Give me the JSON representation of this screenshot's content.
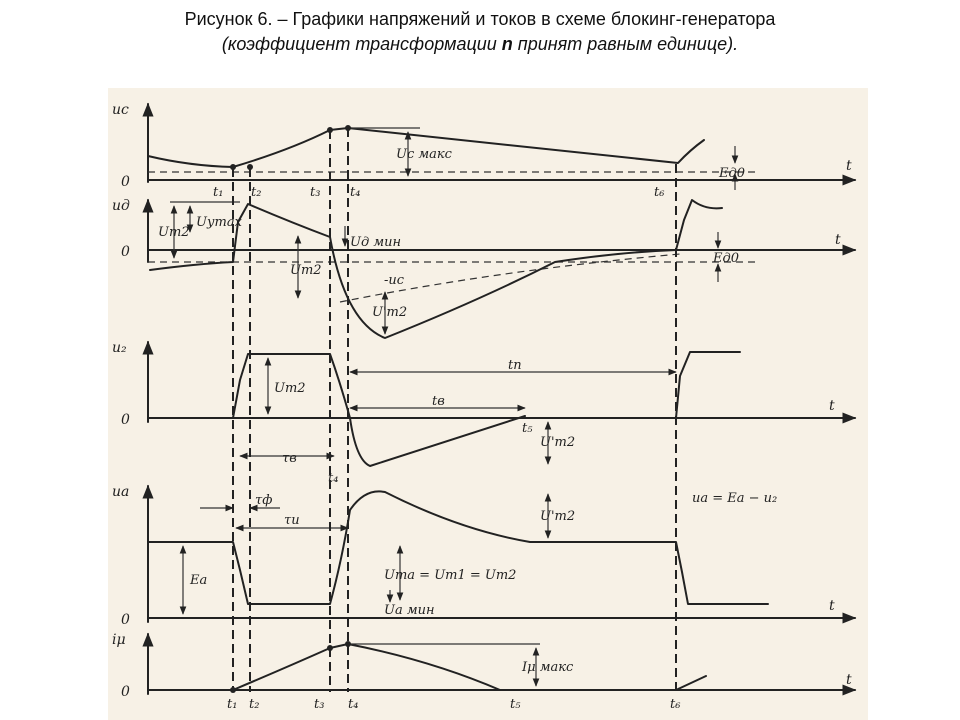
{
  "caption": {
    "line1": "Рисунок 6.   – Графики напряжений и токов в схеме блокинг-генератора",
    "line2_before": "(коэффициент трансформации ",
    "line2_bold": "n",
    "line2_after": " принят равным единице)."
  },
  "axes": {
    "uc": "uс",
    "ug": "uд",
    "u2": "u₂",
    "ua": "uа",
    "imu": "iμ",
    "zero": "0",
    "t": "t"
  },
  "labels": {
    "t1": "t₁",
    "t2": "t₂",
    "t3": "t₃",
    "t4": "t₄",
    "t5": "t₅",
    "t6": "t₆",
    "uc_max": "Uс макс",
    "eg0_top": "Eд0",
    "uym": "Uуmax",
    "um2_a": "Um2",
    "um2_b": "Um2",
    "ug_min": "Uд мин",
    "eg0_mid": "Eд0",
    "uc_small": "-uс",
    "um2_prime_a": "U'm2",
    "um2_c": "Um2",
    "tp": "tп",
    "tv": "tв",
    "t5_b": "t₅",
    "um2_prime_b": "U'm2",
    "tau_v": "τв",
    "t4_small": "t₄",
    "tau_f": "τф",
    "tau_i": "τи",
    "um2_prime_c": "U'm2",
    "ua_formula": "uа = Eа − u₂",
    "ea": "Eа",
    "uma_formula": "Uma = Um1 = Um2",
    "ua_min": "Uа мин",
    "imu_max": "Iμ макс"
  }
}
